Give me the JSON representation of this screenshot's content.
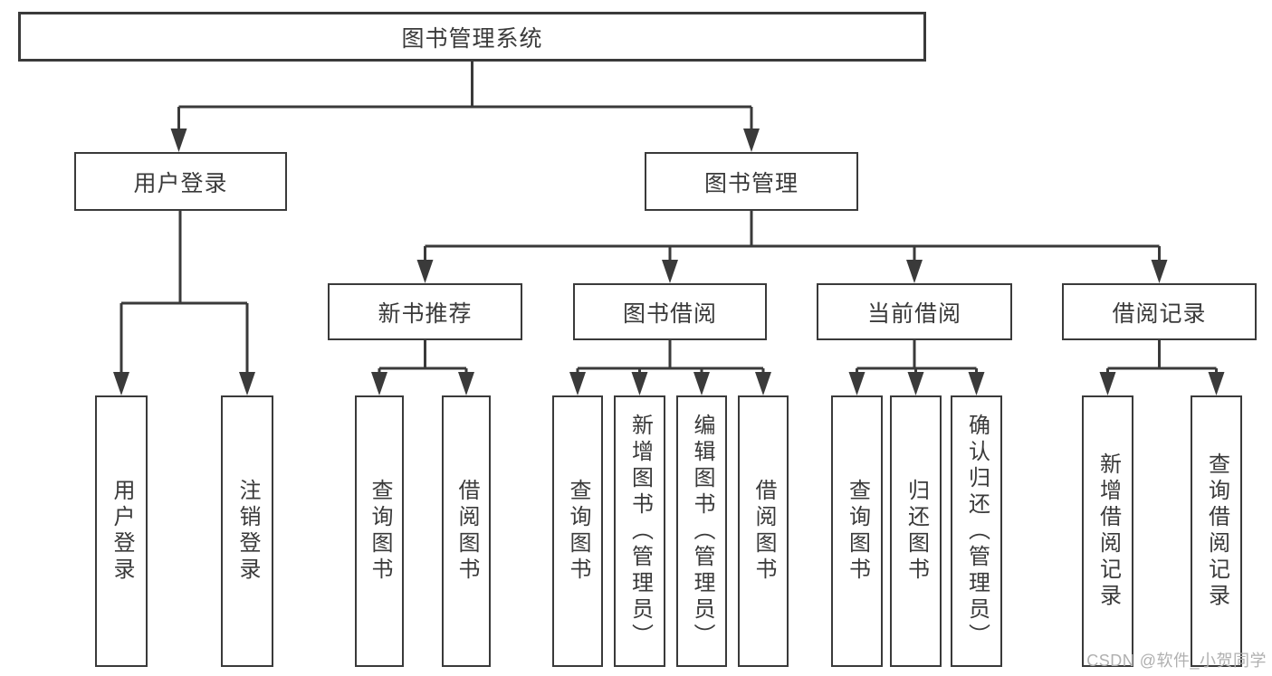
{
  "tree": {
    "root": "图书管理系统",
    "branches": [
      {
        "label": "用户登录",
        "leaves": [
          "用户登录",
          "注销登录"
        ]
      },
      {
        "label": "图书管理",
        "groups": [
          {
            "label": "新书推荐",
            "leaves": [
              "查询图书",
              "借阅图书"
            ]
          },
          {
            "label": "图书借阅",
            "leaves": [
              "查询图书",
              "新增图书（管理员）",
              "编辑图书（管理员）",
              "借阅图书"
            ]
          },
          {
            "label": "当前借阅",
            "leaves": [
              "查询图书",
              "归还图书",
              "确认归还（管理员）"
            ]
          },
          {
            "label": "借阅记录",
            "leaves": [
              "新增借阅记录",
              "查询借阅记录"
            ]
          }
        ]
      }
    ]
  },
  "watermark": {
    "text": "CSDN @软件_小贺同学"
  },
  "colors": {
    "line": "#3a3a3a",
    "text": "#3a3a3a",
    "watermark": "#b0b0b0",
    "background": "#ffffff"
  }
}
